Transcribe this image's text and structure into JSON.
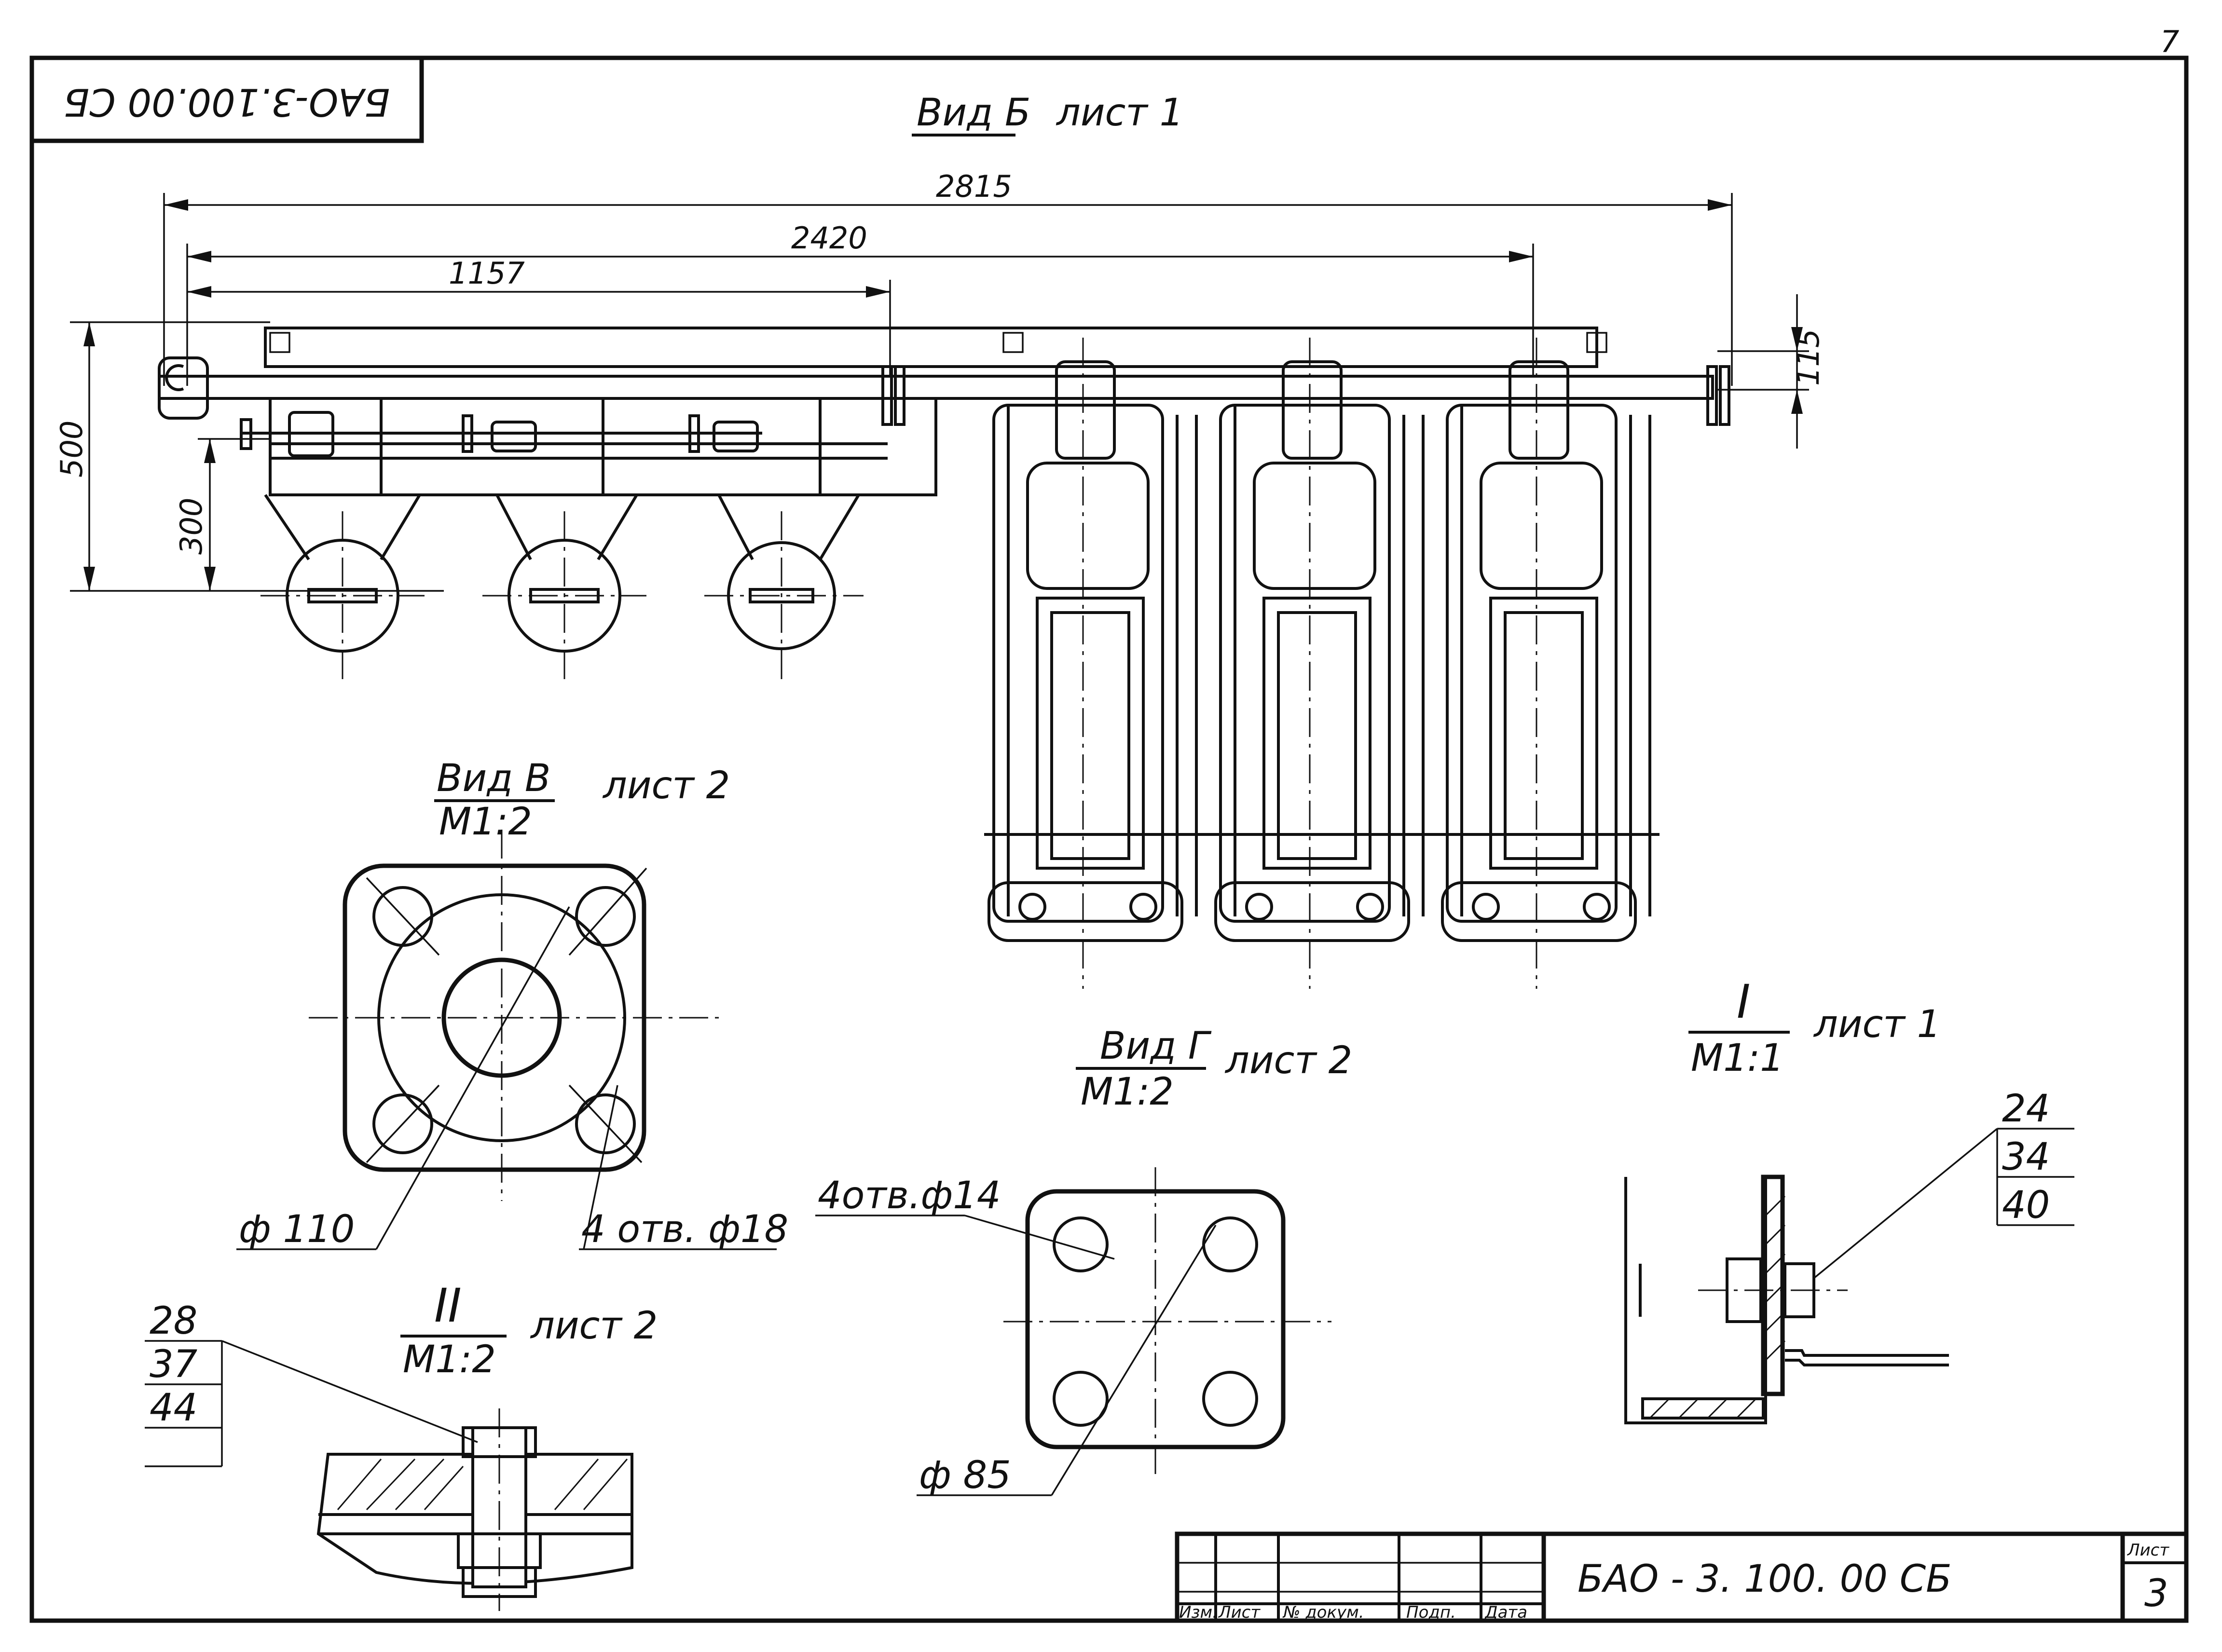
{
  "drawing": {
    "code_rotated": "БАО-3.100.00 СБ",
    "corner_mark": "7",
    "views": {
      "view_b": {
        "title": "Вид Б",
        "sheet_ref": "лист 1"
      },
      "view_v": {
        "title": "Вид В",
        "scale": "М1:2",
        "sheet_ref": "лист 2"
      },
      "view_g": {
        "title": "Вид Г",
        "scale": "М1:2",
        "sheet_ref": "лист 2"
      },
      "detail_1": {
        "title": "I",
        "scale": "М1:1",
        "sheet_ref": "лист 1"
      },
      "detail_2": {
        "title": "II",
        "scale": "М1:2",
        "sheet_ref": "лист 2"
      }
    },
    "dimensions": {
      "d2815": "2815",
      "d2420": "2420",
      "d1157": "1157",
      "d500": "500",
      "d300": "300",
      "d115": "115"
    },
    "callouts": {
      "phi110": "ф 110",
      "holes18": "4 отв. ф18",
      "holes14": "4отв.ф14",
      "phi85": "ф 85",
      "detail1_parts": [
        "24",
        "34",
        "40"
      ],
      "detail2_parts": [
        "28",
        "37",
        "44"
      ]
    }
  },
  "title_block": {
    "columns": [
      "Изм.",
      "Лист",
      "№ докум.",
      "Подп.",
      "Дата"
    ],
    "designation": "БАО - 3. 100. 00 СБ",
    "sheet_label": "Лист",
    "sheet_number": "3"
  }
}
